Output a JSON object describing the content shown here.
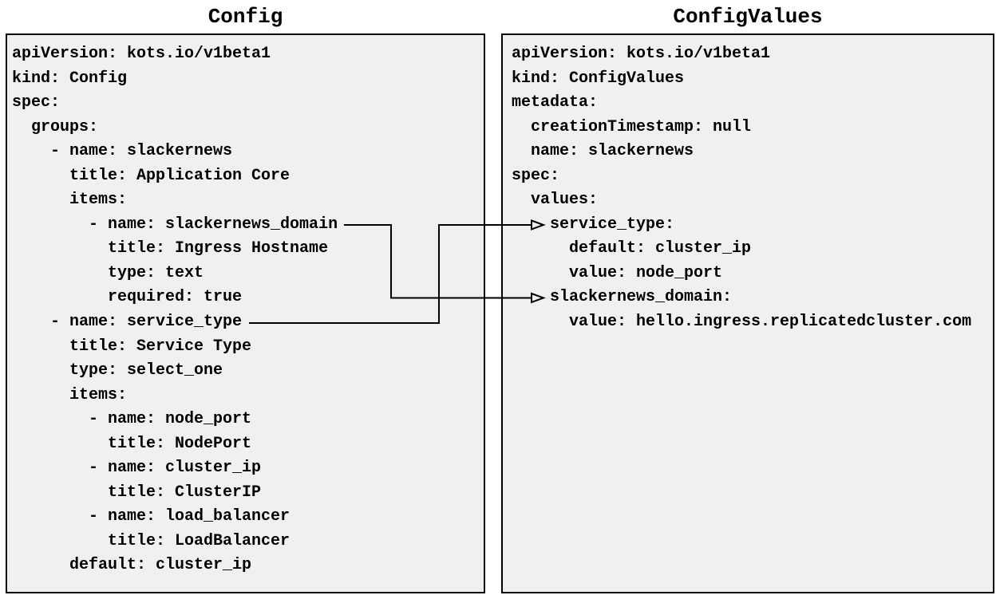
{
  "diagram": {
    "background": "#ffffff",
    "box_background": "#f0f0f0",
    "border_color": "#000000",
    "text_color": "#000000",
    "wire_color": "#000000"
  },
  "panels": [
    {
      "title": "Config",
      "lines": [
        "apiVersion: kots.io/v1beta1",
        "kind: Config",
        "spec:",
        "  groups:",
        "    - name: slackernews",
        "      title: Application Core",
        "      items:",
        "        - name: slackernews_domain",
        "          title: Ingress Hostname",
        "          type: text",
        "          required: true",
        "    - name: service_type",
        "      title: Service Type",
        "      type: select_one",
        "      items:",
        "        - name: node_port",
        "          title: NodePort",
        "        - name: cluster_ip",
        "          title: ClusterIP",
        "        - name: load_balancer",
        "          title: LoadBalancer",
        "      default: cluster_ip"
      ]
    },
    {
      "title": "ConfigValues",
      "lines": [
        "apiVersion: kots.io/v1beta1",
        "kind: ConfigValues",
        "metadata:",
        "  creationTimestamp: null",
        "  name: slackernews",
        "spec:",
        "  values:",
        "    service_type:",
        "      default: cluster_ip",
        "      value: node_port",
        "    slackernews_domain:",
        "      value: hello.ingress.replicatedcluster.com"
      ]
    }
  ],
  "connections": [
    {
      "from": "slackernews_domain",
      "to": "slackernews_domain"
    },
    {
      "from": "service_type",
      "to": "service_type"
    }
  ]
}
